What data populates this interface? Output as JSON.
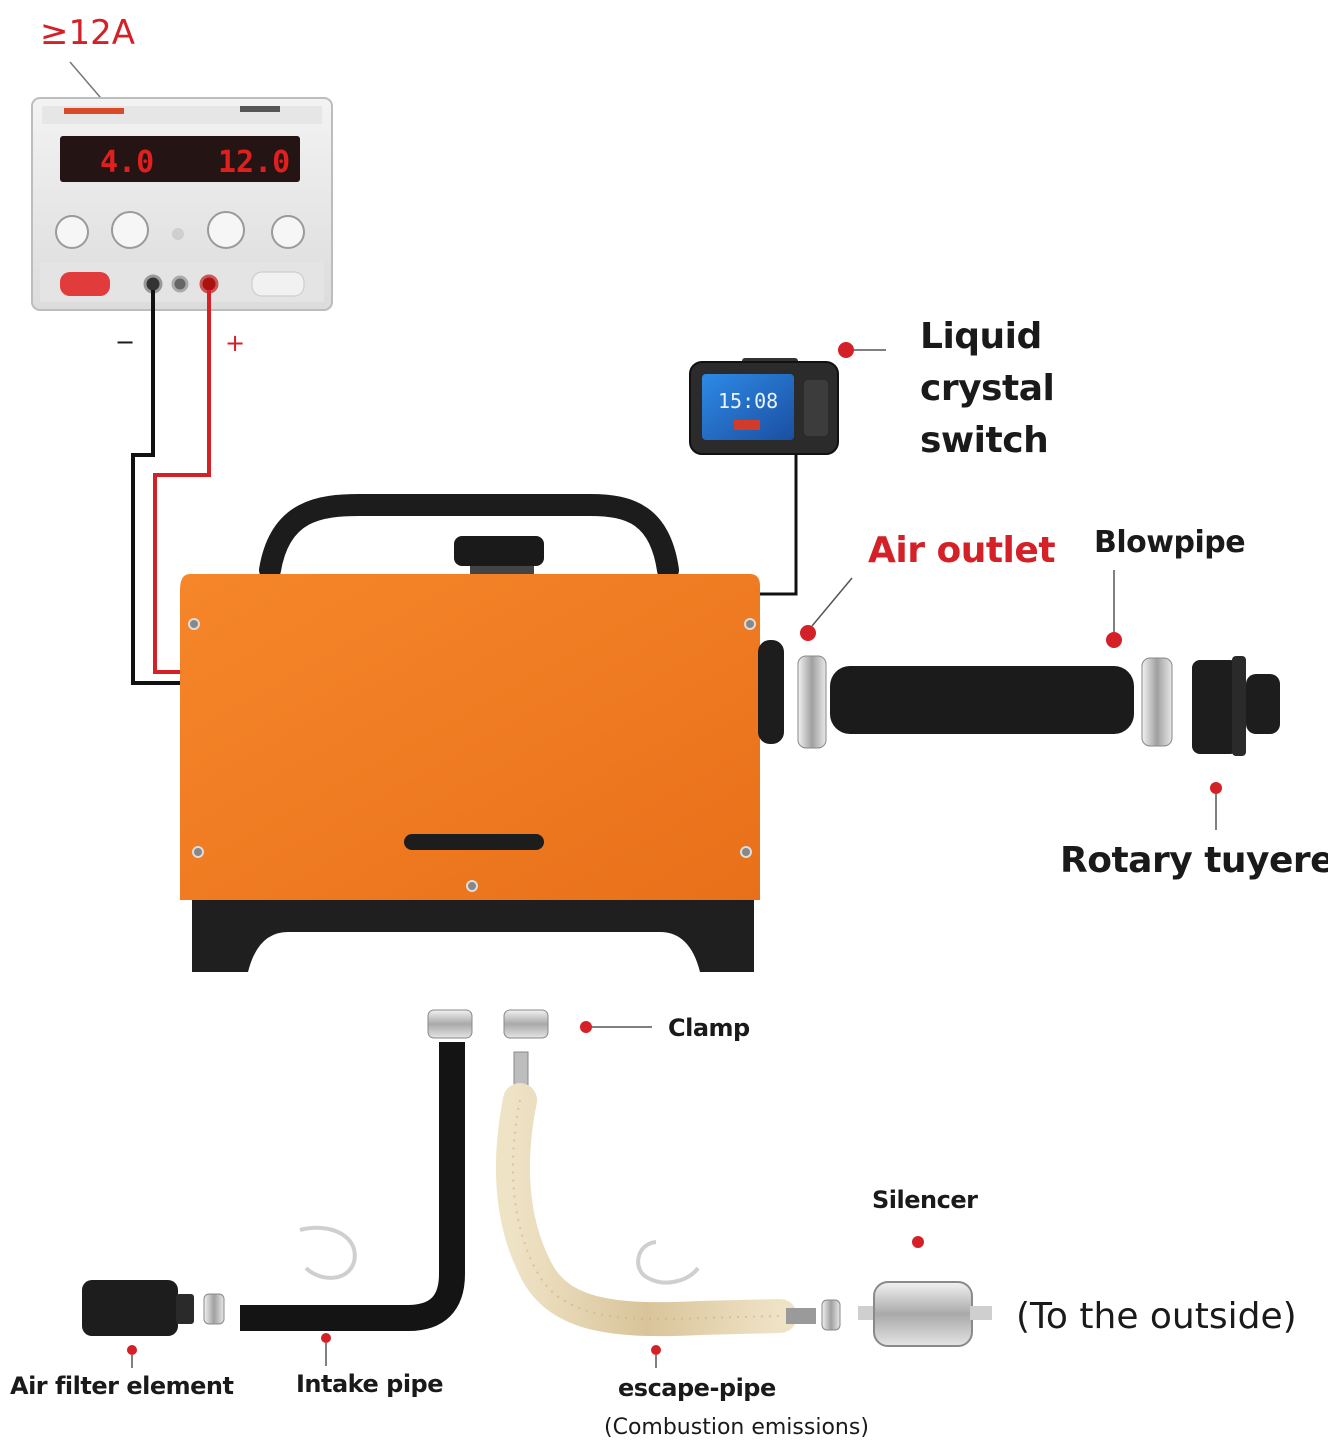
{
  "colors": {
    "accent_red": "#d42027",
    "heater_orange": "#f07a1f",
    "dark": "#222222",
    "metal": "#c9c9c9",
    "display_blue": "#2a7bd8",
    "led_red": "#e0201e"
  },
  "power_supply": {
    "current_label": "≥12A",
    "display_left": "4.0",
    "display_right": "12.0",
    "minus_label": "−",
    "plus_label": "+"
  },
  "lcd_switch": {
    "screen_time": "15:08",
    "label_lines": [
      "Liquid",
      "crystal",
      "switch"
    ]
  },
  "labels": {
    "air_outlet": "Air outlet",
    "blowpipe": "Blowpipe",
    "rotary_tuyere": "Rotary tuyere",
    "clamp": "Clamp",
    "silencer": "Silencer",
    "to_outside": "(To the outside)",
    "air_filter": "Air filter element",
    "intake_pipe": "Intake pipe",
    "escape_pipe": "escape-pipe",
    "combustion": "(Combustion emissions)"
  }
}
